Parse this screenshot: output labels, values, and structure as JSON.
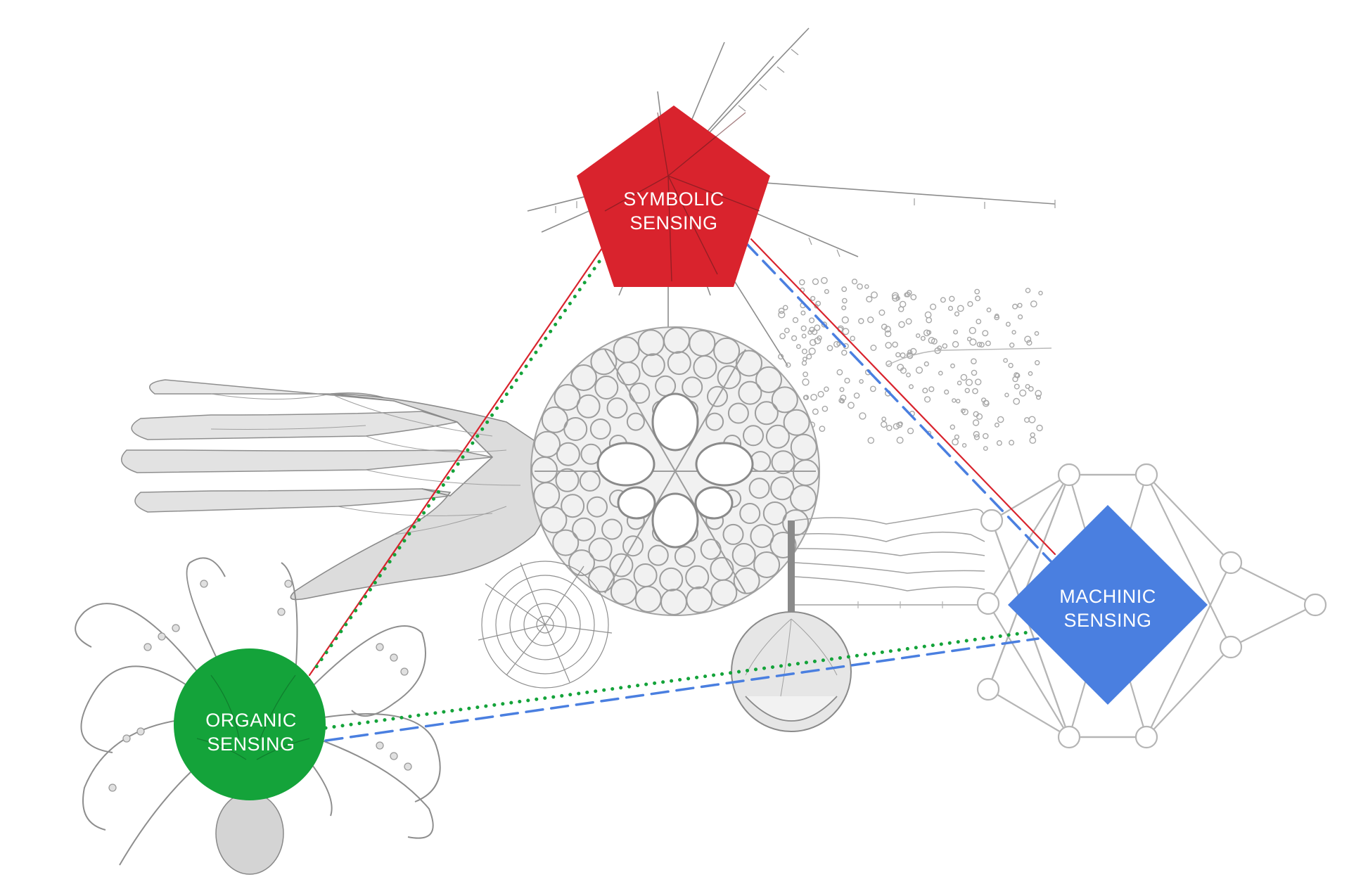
{
  "colors": {
    "symbolic": "#d9232d",
    "organic": "#14a33a",
    "machinic": "#4a7fe0",
    "sketch": "#9a9a9a"
  },
  "nodes": {
    "symbolic": {
      "line1": "SYMBOLIC",
      "line2": "SENSING",
      "shape": "pentagon"
    },
    "organic": {
      "line1": "ORGANIC",
      "line2": "SENSING",
      "shape": "circle"
    },
    "machinic": {
      "line1": "MACHINIC",
      "line2": "SENSING",
      "shape": "diamond"
    }
  },
  "edges": [
    {
      "from": "symbolic",
      "to": "organic",
      "style": "solid",
      "color": "#d9232d"
    },
    {
      "from": "symbolic",
      "to": "organic",
      "style": "dotted",
      "color": "#14a33a"
    },
    {
      "from": "symbolic",
      "to": "machinic",
      "style": "solid",
      "color": "#d9232d"
    },
    {
      "from": "symbolic",
      "to": "machinic",
      "style": "dashed",
      "color": "#4a7fe0"
    },
    {
      "from": "organic",
      "to": "machinic",
      "style": "dotted",
      "color": "#14a33a"
    },
    {
      "from": "organic",
      "to": "machinic",
      "style": "dashed",
      "color": "#4a7fe0"
    }
  ],
  "illustrations": [
    "octopus-illustration",
    "hand-illustration",
    "radiolarian-illustration",
    "eye-illustration",
    "scatter-plot-illustration",
    "radial-diagram-illustration",
    "neural-network-illustration",
    "timeline-illustration"
  ]
}
